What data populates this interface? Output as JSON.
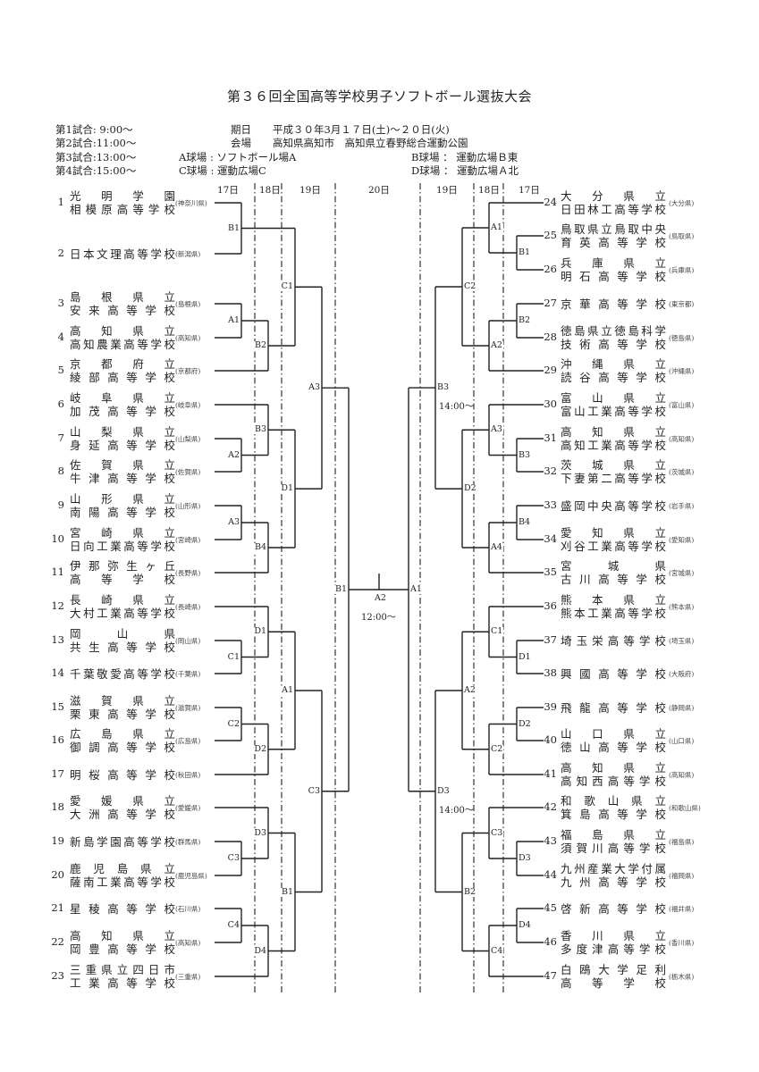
{
  "title": "第３６回全国高等学校男子ソフトボール選抜大会",
  "schedule": [
    "第1試合: 9:00～",
    "第2試合:11:00～",
    "第3試合:13:00～",
    "第4試合:15:00～"
  ],
  "dates": {
    "label": "期日",
    "value": "平成３０年3月１７日(土)～２０日(火)"
  },
  "venue": {
    "label": "会場",
    "value": "高知県高知市　高知県立春野総合運動公園"
  },
  "fields": {
    "A": "A球場 : ソフトボール場A",
    "B": "B球場 ： 運動広場Ｂ東",
    "C": "C球場 : 運動広場C",
    "D": "D球場 ： 運動広場Ａ北"
  },
  "day_headers": {
    "left": [
      "17日",
      "18日",
      "19日"
    ],
    "center": "20日",
    "right": [
      "19日",
      "18日",
      "17日"
    ]
  },
  "left_teams": [
    {
      "no": "1",
      "lines": [
        "光明学園",
        "相模原高等学校"
      ],
      "pref": "(神奈川県)"
    },
    {
      "no": "2",
      "lines": [
        "日本文理高等学校"
      ],
      "pref": "(新潟県)"
    },
    {
      "no": "3",
      "lines": [
        "島根県立",
        "安来高等学校"
      ],
      "pref": "(島根県)"
    },
    {
      "no": "4",
      "lines": [
        "高知県立",
        "高知農業高等学校"
      ],
      "pref": "(高知県)"
    },
    {
      "no": "5",
      "lines": [
        "京都府立",
        "綾部高等学校"
      ],
      "pref": "(京都府)"
    },
    {
      "no": "6",
      "lines": [
        "岐阜県立",
        "加茂高等学校"
      ],
      "pref": "(岐阜県)"
    },
    {
      "no": "7",
      "lines": [
        "山梨県立",
        "身延高等学校"
      ],
      "pref": "(山梨県)"
    },
    {
      "no": "8",
      "lines": [
        "佐賀県立",
        "牛津高等学校"
      ],
      "pref": "(佐賀県)"
    },
    {
      "no": "9",
      "lines": [
        "山形県立",
        "南陽高等学校"
      ],
      "pref": "(山形県)"
    },
    {
      "no": "10",
      "lines": [
        "宮崎県立",
        "日向工業高等学校"
      ],
      "pref": "(宮崎県)"
    },
    {
      "no": "11",
      "lines": [
        "伊那弥生ヶ丘",
        "高等学校"
      ],
      "pref": "(長野県)"
    },
    {
      "no": "12",
      "lines": [
        "長崎県立",
        "大村工業高等学校"
      ],
      "pref": "(長崎県)"
    },
    {
      "no": "13",
      "lines": [
        "岡山県",
        "共生高等学校"
      ],
      "pref": "(岡山県)"
    },
    {
      "no": "14",
      "lines": [
        "千葉敬愛高等学校"
      ],
      "pref": "(千葉県)"
    },
    {
      "no": "15",
      "lines": [
        "滋賀県立",
        "栗東高等学校"
      ],
      "pref": "(滋賀県)"
    },
    {
      "no": "16",
      "lines": [
        "広島県立",
        "御調高等学校"
      ],
      "pref": "(広島県)"
    },
    {
      "no": "17",
      "lines": [
        "明桜高等学校"
      ],
      "pref": "(秋田県)"
    },
    {
      "no": "18",
      "lines": [
        "愛媛県立",
        "大洲高等学校"
      ],
      "pref": "(愛媛県)"
    },
    {
      "no": "19",
      "lines": [
        "新島学園高等学校"
      ],
      "pref": "(群馬県)"
    },
    {
      "no": "20",
      "lines": [
        "鹿児島県立",
        "薩南工業高等学校"
      ],
      "pref": "(鹿児島県)"
    },
    {
      "no": "21",
      "lines": [
        "星稜高等学校"
      ],
      "pref": "(石川県)"
    },
    {
      "no": "22",
      "lines": [
        "高知県立",
        "岡豊高等学校"
      ],
      "pref": "(高知県)"
    },
    {
      "no": "23",
      "lines": [
        "三重県立四日市",
        "工業高等学校"
      ],
      "pref": "(三重県)"
    }
  ],
  "right_teams": [
    {
      "no": "24",
      "lines": [
        "大分県立",
        "日田林工高等学校"
      ],
      "pref": "(大分県)"
    },
    {
      "no": "25",
      "lines": [
        "鳥取県立鳥取中央",
        "育英高等学校"
      ],
      "pref": "(鳥取県)"
    },
    {
      "no": "26",
      "lines": [
        "兵庫県立",
        "明石高等学校"
      ],
      "pref": "(兵庫県)"
    },
    {
      "no": "27",
      "lines": [
        "京華高等学校"
      ],
      "pref": "(東京都)"
    },
    {
      "no": "28",
      "lines": [
        "徳島県立徳島科学",
        "技術高等学校"
      ],
      "pref": "(徳島県)"
    },
    {
      "no": "29",
      "lines": [
        "沖縄県立",
        "読谷高等学校"
      ],
      "pref": "(沖縄県)"
    },
    {
      "no": "30",
      "lines": [
        "富山県立",
        "富山工業高等学校"
      ],
      "pref": "(富山県)"
    },
    {
      "no": "31",
      "lines": [
        "高知県立",
        "高知工業高等学校"
      ],
      "pref": "(高知県)"
    },
    {
      "no": "32",
      "lines": [
        "茨城県立",
        "下妻第二高等学校"
      ],
      "pref": "(茨城県)"
    },
    {
      "no": "33",
      "lines": [
        "盛岡中央高等学校"
      ],
      "pref": "(岩手県)"
    },
    {
      "no": "34",
      "lines": [
        "愛知県立",
        "刈谷工業高等学校"
      ],
      "pref": "(愛知県)"
    },
    {
      "no": "35",
      "lines": [
        "宮城県",
        "古川高等学校"
      ],
      "pref": "(宮城県)"
    },
    {
      "no": "36",
      "lines": [
        "熊本県立",
        "熊本工業高等学校"
      ],
      "pref": "(熊本県)"
    },
    {
      "no": "37",
      "lines": [
        "埼玉栄高等学校"
      ],
      "pref": "(埼玉県)"
    },
    {
      "no": "38",
      "lines": [
        "興國高等学校"
      ],
      "pref": "(大阪府)"
    },
    {
      "no": "39",
      "lines": [
        "飛龍高等学校"
      ],
      "pref": "(静岡県)"
    },
    {
      "no": "40",
      "lines": [
        "山口県立",
        "徳山高等学校"
      ],
      "pref": "(山口県)"
    },
    {
      "no": "41",
      "lines": [
        "高知県立",
        "高知西高等学校"
      ],
      "pref": "(高知県)"
    },
    {
      "no": "42",
      "lines": [
        "和歌山県立",
        "箕島高等学校"
      ],
      "pref": "(和歌山県)"
    },
    {
      "no": "43",
      "lines": [
        "福島県立",
        "須賀川高等学校"
      ],
      "pref": "(福島県)"
    },
    {
      "no": "44",
      "lines": [
        "九州産業大学付属",
        "九州高等学校"
      ],
      "pref": "(福岡県)"
    },
    {
      "no": "45",
      "lines": [
        "啓新高等学校"
      ],
      "pref": "(福井県)"
    },
    {
      "no": "46",
      "lines": [
        "香川県立",
        "多度津高等学校"
      ],
      "pref": "(香川県)"
    },
    {
      "no": "47",
      "lines": [
        "白鴎大学足利",
        "高等学校"
      ],
      "pref": "(栃木県)"
    }
  ],
  "matches": {
    "left": [
      {
        "id": "L_A1",
        "label": "A1",
        "a": "t3",
        "b": "t4"
      },
      {
        "id": "L_A2",
        "label": "A2",
        "a": "t7",
        "b": "t8"
      },
      {
        "id": "L_A3",
        "label": "A3",
        "a": "t9",
        "b": "t10"
      },
      {
        "id": "L_C1",
        "label": "C1",
        "a": "t13",
        "b": "t14"
      },
      {
        "id": "L_C2",
        "label": "C2",
        "a": "t15",
        "b": "t16"
      },
      {
        "id": "L_C3",
        "label": "C3",
        "a": "t19",
        "b": "t20"
      },
      {
        "id": "L_C4",
        "label": "C4",
        "a": "t21",
        "b": "t22"
      },
      {
        "id": "L_B1",
        "label": "B1",
        "a": "t1",
        "b": "t2"
      },
      {
        "id": "L_B2",
        "label": "B2",
        "a": "L_A1",
        "b": "t5"
      },
      {
        "id": "L_B3",
        "label": "B3",
        "a": "t6",
        "b": "L_A2"
      },
      {
        "id": "L_B4",
        "label": "B4",
        "a": "L_A3",
        "b": "t11"
      },
      {
        "id": "L_D1",
        "label": "D1",
        "a": "t12",
        "b": "L_C1"
      },
      {
        "id": "L_D2",
        "label": "D2",
        "a": "L_C2",
        "b": "t17"
      },
      {
        "id": "L_D3",
        "label": "D3",
        "a": "t18",
        "b": "L_C3"
      },
      {
        "id": "L_D4",
        "label": "D4",
        "a": "L_C4",
        "b": "t23"
      },
      {
        "id": "L_C1b",
        "label": "C1",
        "a": "L_B1",
        "b": "L_B2"
      },
      {
        "id": "L_D1b",
        "label": "D1",
        "a": "L_B3",
        "b": "L_B4"
      },
      {
        "id": "L_A1b",
        "label": "A1",
        "a": "L_D1",
        "b": "L_D2"
      },
      {
        "id": "L_B1b",
        "label": "B1",
        "a": "L_D3",
        "b": "L_D4"
      },
      {
        "id": "L_A3c",
        "label": "A3",
        "a": "L_C1b",
        "b": "L_D1b"
      },
      {
        "id": "L_C3c",
        "label": "C3",
        "a": "L_A1b",
        "b": "L_B1b"
      },
      {
        "id": "L_B1d",
        "label": "B1",
        "a": "L_A3c",
        "b": "L_C3c"
      }
    ],
    "right": [
      {
        "id": "R_B1",
        "label": "B1",
        "a": "t25",
        "b": "t26"
      },
      {
        "id": "R_B2",
        "label": "B2",
        "a": "t27",
        "b": "t28"
      },
      {
        "id": "R_B3",
        "label": "B3",
        "a": "t31",
        "b": "t32"
      },
      {
        "id": "R_B4",
        "label": "B4",
        "a": "t33",
        "b": "t34"
      },
      {
        "id": "R_D1",
        "label": "D1",
        "a": "t37",
        "b": "t38"
      },
      {
        "id": "R_D2",
        "label": "D2",
        "a": "t39",
        "b": "t40"
      },
      {
        "id": "R_D3",
        "label": "D3",
        "a": "t43",
        "b": "t44"
      },
      {
        "id": "R_D4",
        "label": "D4",
        "a": "t45",
        "b": "t46"
      },
      {
        "id": "R_A1",
        "label": "A1",
        "a": "t24",
        "b": "R_B1"
      },
      {
        "id": "R_A2",
        "label": "A2",
        "a": "R_B2",
        "b": "t29"
      },
      {
        "id": "R_A3",
        "label": "A3",
        "a": "t30",
        "b": "R_B3"
      },
      {
        "id": "R_A4",
        "label": "A4",
        "a": "R_B4",
        "b": "t35"
      },
      {
        "id": "R_C1",
        "label": "C1",
        "a": "t36",
        "b": "R_D1"
      },
      {
        "id": "R_C2",
        "label": "C2",
        "a": "R_D2",
        "b": "t41"
      },
      {
        "id": "R_C3",
        "label": "C3",
        "a": "t42",
        "b": "R_D3"
      },
      {
        "id": "R_C4",
        "label": "C4",
        "a": "R_D4",
        "b": "t47"
      },
      {
        "id": "R_C2b",
        "label": "C2",
        "a": "R_A1",
        "b": "R_A2"
      },
      {
        "id": "R_D2b",
        "label": "D2",
        "a": "R_A3",
        "b": "R_A4"
      },
      {
        "id": "R_A2b",
        "label": "A2",
        "a": "R_C1",
        "b": "R_C2"
      },
      {
        "id": "R_B2b",
        "label": "B2",
        "a": "R_C3",
        "b": "R_C4"
      },
      {
        "id": "R_B3c",
        "label": "B3",
        "a": "R_C2b",
        "b": "R_D2b",
        "time": "14:00～"
      },
      {
        "id": "R_D3c",
        "label": "D3",
        "a": "R_A2b",
        "b": "R_B2b",
        "time": "14:00～"
      },
      {
        "id": "R_A1d",
        "label": "A1",
        "a": "R_B3c",
        "b": "R_D3c"
      }
    ],
    "final": {
      "label": "A2",
      "time": "12:00～"
    }
  }
}
